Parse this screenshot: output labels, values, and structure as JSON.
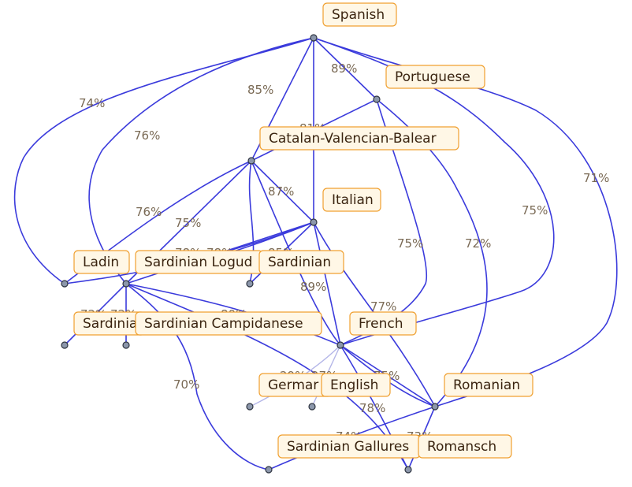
{
  "languages": {
    "spanish": "Spanish",
    "portuguese": "Portuguese",
    "catalan": "Catalan-Valencian-Balear",
    "italian": "Italian",
    "ladin": "Ladin",
    "sardinian_logudorese": "Sardinian Logud",
    "sardinian": "Sardinian",
    "sardinian_short": "Sardinia",
    "sardinian_campidanese": "Sardinian Campidanese",
    "french": "French",
    "german": "Germar",
    "english": "English",
    "romanian": "Romanian",
    "sardinian_gallurese": "Sardinian Gallures",
    "romansch": "Romansch"
  },
  "similarities": {
    "spanish_portuguese": "89%",
    "spanish_catalan": "85%",
    "spanish_ladin": "74%",
    "spanish_sard_logud": "76%",
    "spanish_catalan_hidden": "81%",
    "catalan_italian": "87%",
    "catalan_ladin": "76%",
    "catalan_sard": "75%",
    "portuguese_romanian": "71%",
    "portuguese_french": "75%",
    "spanish_romanian": "72%",
    "catalan_french": "75%",
    "italian_sard_logud_a": "78%",
    "italian_sard_logud_b": "78%",
    "italian_sardinian": "85%",
    "italian_french": "89%",
    "french_romanian": "77%",
    "sard_a": "72%",
    "sard_b": "72%",
    "sard_campidanese": "80%",
    "campidanese_gallurese": "70%",
    "french_german": "29%",
    "french_english": "27%",
    "french_romansch": "75%",
    "english_romansch": "78%",
    "romanian_gallurese": "74%",
    "romanian_romansch": "73%"
  }
}
